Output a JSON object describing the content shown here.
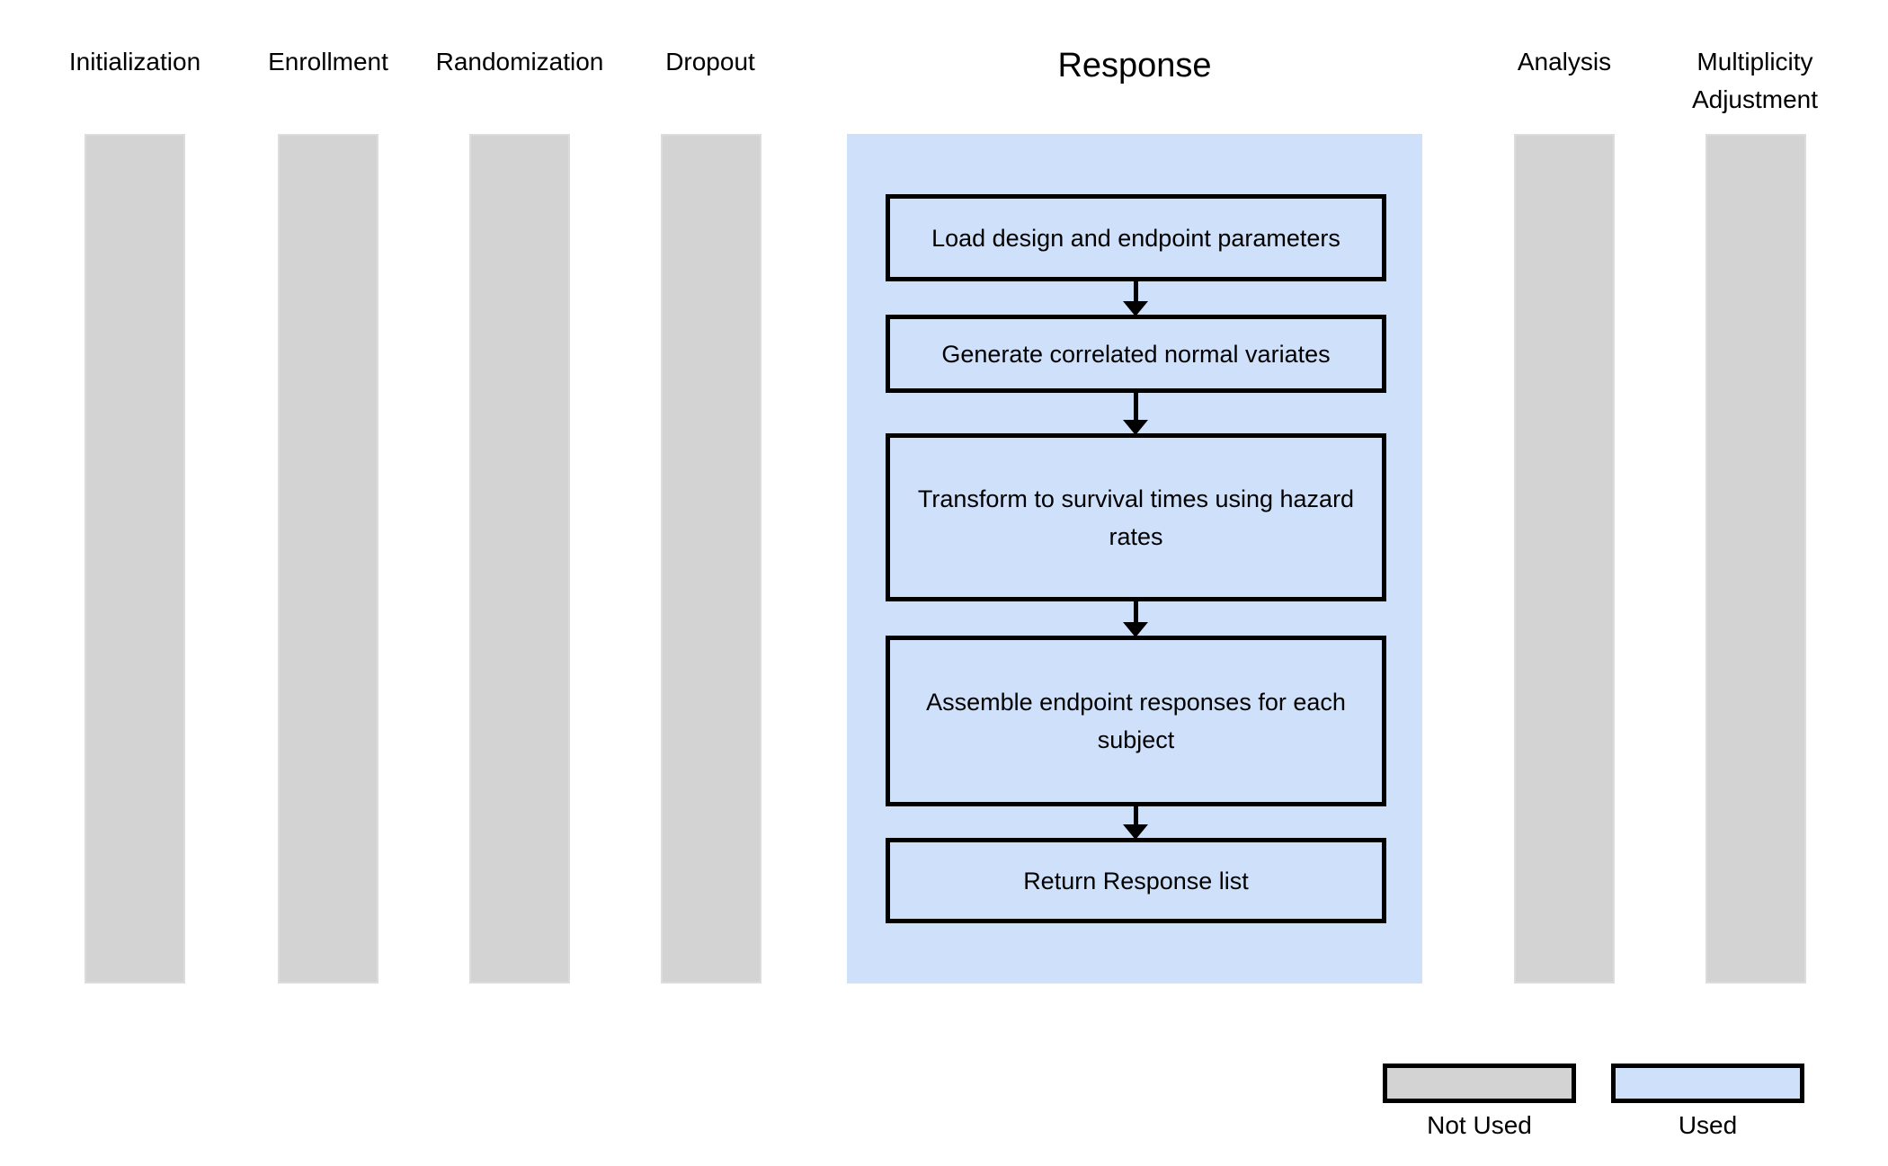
{
  "diagram": {
    "title_columns": [
      {
        "id": "initialization",
        "label": "Initialization",
        "state": "not-used"
      },
      {
        "id": "enrollment",
        "label": "Enrollment",
        "state": "not-used"
      },
      {
        "id": "randomization",
        "label": "Randomization",
        "state": "not-used"
      },
      {
        "id": "dropout",
        "label": "Dropout",
        "state": "not-used"
      },
      {
        "id": "response",
        "label": "Response",
        "state": "used"
      },
      {
        "id": "analysis",
        "label": "Analysis",
        "state": "not-used"
      },
      {
        "id": "multiplicity-adjustment",
        "label": "Multiplicity Adjustment",
        "state": "not-used"
      }
    ],
    "response_steps": [
      "Load design and endpoint parameters",
      "Generate correlated normal variates",
      "Transform to survival times using hazard rates",
      "Assemble endpoint responses for each subject",
      "Return Response list"
    ],
    "legend": [
      {
        "label": "Not Used",
        "color": "#d3d3d3"
      },
      {
        "label": "Used",
        "color": "#cfe0fb"
      }
    ],
    "colors": {
      "not_used_fill": "#d3d3d3",
      "used_fill": "#cfe0fb",
      "box_border": "#000000",
      "background": "#ffffff"
    }
  }
}
